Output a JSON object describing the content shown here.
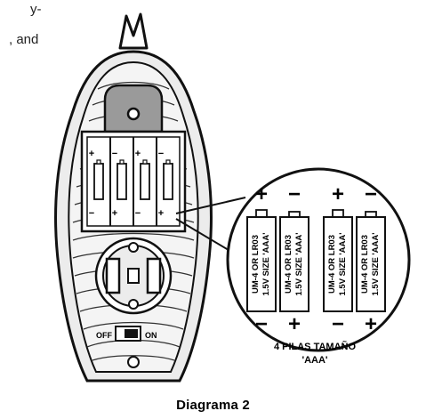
{
  "text_fragments": {
    "line1": "y-",
    "line2": ", and"
  },
  "small_tray": {
    "top_polarity": [
      "+",
      "−",
      "+",
      "−"
    ],
    "bottom_polarity": [
      "−",
      "+",
      "−",
      "+"
    ]
  },
  "zoom_callout": {
    "top_polarity": [
      "+",
      "−",
      "+",
      "−"
    ],
    "bottom_polarity": [
      "−",
      "+",
      "−",
      "+"
    ],
    "battery_line1": "UM-4 OR LR03",
    "battery_line2": "1.5V SIZE 'AAA'",
    "label_line1": "4 PILAS TAMAÑO",
    "label_line2": "'AAA'"
  },
  "power_switch": {
    "off_label": "OFF",
    "on_label": "ON"
  },
  "caption": "Diagrama 2",
  "colors": {
    "ink": "#111111",
    "body_fill": "#e8e8e8",
    "tab_fill": "#9a9a9a",
    "outline": "#1a1a1a"
  }
}
